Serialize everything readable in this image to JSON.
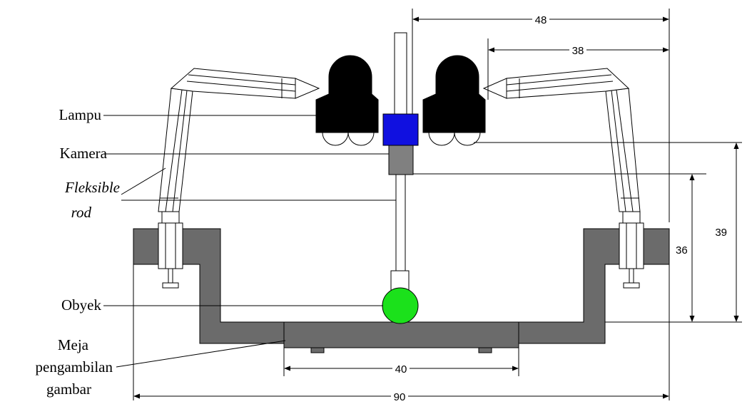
{
  "labels": {
    "lamp": "Lampu",
    "camera": "Kamera",
    "rod_line1": "Fleksible",
    "rod_line2": "rod",
    "object": "Obyek",
    "table_line1": "Meja",
    "table_line2": "pengambilan",
    "table_line3": "gambar"
  },
  "dimensions": {
    "top_outer": "48",
    "top_inner": "38",
    "right_inner": "36",
    "right_outer": "39",
    "table_width": "40",
    "total_width": "90"
  },
  "colors": {
    "camera_top": "#1010e0",
    "camera_body": "#808080",
    "frame": "#6b6b6b",
    "object": "#1be11b",
    "lamp": "#000000"
  }
}
